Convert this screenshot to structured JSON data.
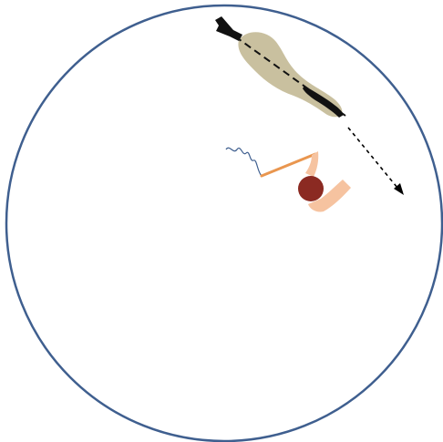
{
  "diagram": {
    "elements": [
      "round-pen-boundary",
      "horse-top-view",
      "horse-travel-direction-arrow",
      "handler-top-view",
      "lunge-whip"
    ],
    "colors": {
      "pen_outline": "#3f5f8f",
      "horse_body": "#c9c09f",
      "horse_dark": "#111111",
      "handler_head": "#8b2a22",
      "handler_skin": "#f6c3a0",
      "whip_stick": "#e9964f",
      "whip_lash": "#3f5f8f",
      "arrow": "#000000",
      "background": "#ffffff"
    }
  }
}
